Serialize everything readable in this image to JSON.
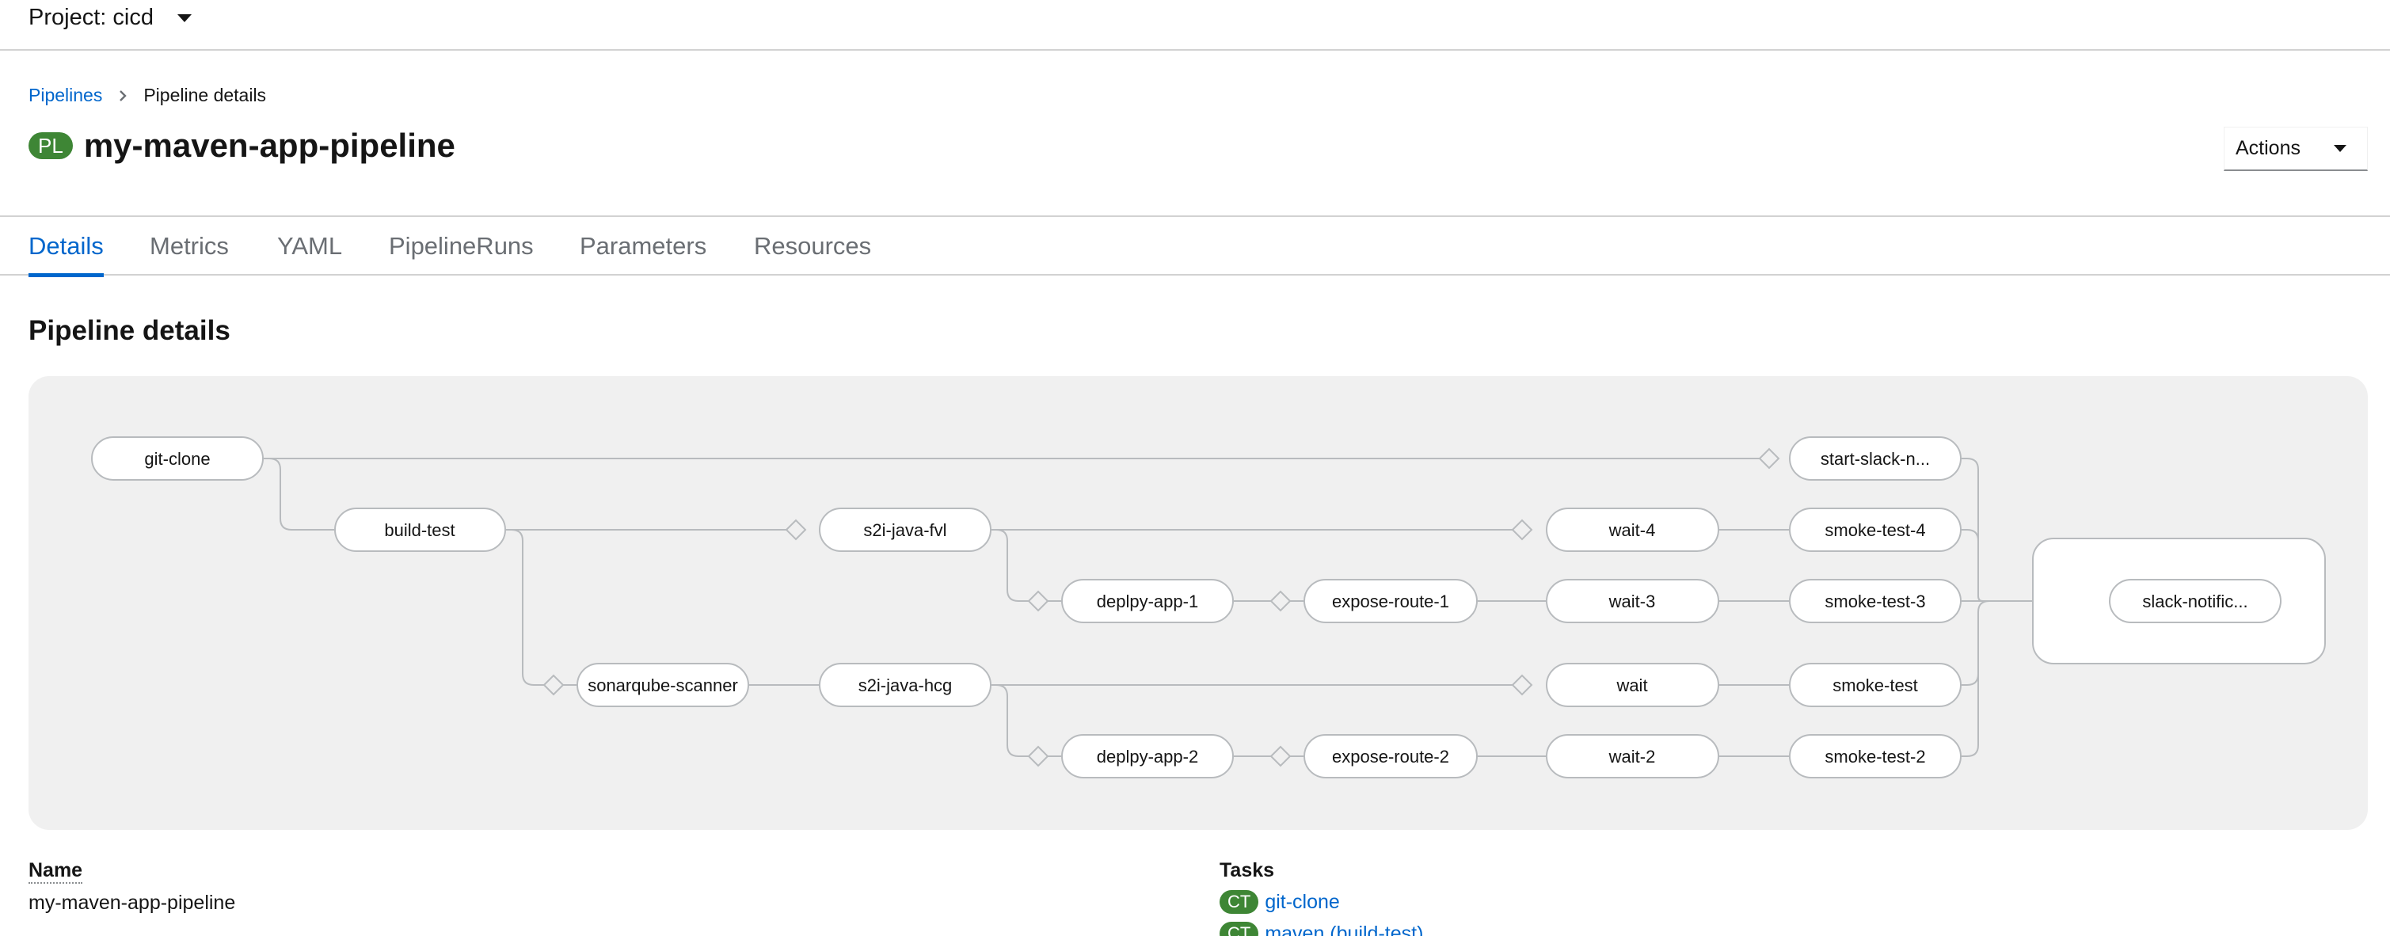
{
  "project": {
    "label": "Project: cicd"
  },
  "breadcrumb": {
    "parent": "Pipelines",
    "current": "Pipeline details"
  },
  "header": {
    "badge": "PL",
    "title": "my-maven-app-pipeline",
    "actions_label": "Actions"
  },
  "tabs": [
    {
      "label": "Details",
      "active": true
    },
    {
      "label": "Metrics"
    },
    {
      "label": "YAML"
    },
    {
      "label": "PipelineRuns"
    },
    {
      "label": "Parameters"
    },
    {
      "label": "Resources"
    }
  ],
  "section_title": "Pipeline details",
  "graph": {
    "nodes": [
      {
        "id": "git-clone",
        "label": "git-clone"
      },
      {
        "id": "build-test",
        "label": "build-test"
      },
      {
        "id": "sonarqube-scanner",
        "label": "sonarqube-scanner"
      },
      {
        "id": "s2i-java-fvl",
        "label": "s2i-java-fvl"
      },
      {
        "id": "s2i-java-hcg",
        "label": "s2i-java-hcg"
      },
      {
        "id": "deplpy-app-1",
        "label": "deplpy-app-1"
      },
      {
        "id": "deplpy-app-2",
        "label": "deplpy-app-2"
      },
      {
        "id": "expose-route-1",
        "label": "expose-route-1"
      },
      {
        "id": "expose-route-2",
        "label": "expose-route-2"
      },
      {
        "id": "wait-4",
        "label": "wait-4"
      },
      {
        "id": "wait-3",
        "label": "wait-3"
      },
      {
        "id": "wait",
        "label": "wait"
      },
      {
        "id": "wait-2",
        "label": "wait-2"
      },
      {
        "id": "start-slack-n",
        "label": "start-slack-n..."
      },
      {
        "id": "smoke-test-4",
        "label": "smoke-test-4"
      },
      {
        "id": "smoke-test-3",
        "label": "smoke-test-3"
      },
      {
        "id": "smoke-test",
        "label": "smoke-test"
      },
      {
        "id": "smoke-test-2",
        "label": "smoke-test-2"
      },
      {
        "id": "slack-notific",
        "label": "slack-notific..."
      }
    ]
  },
  "details": {
    "name_label": "Name",
    "name_value": "my-maven-app-pipeline",
    "tasks_label": "Tasks",
    "tasks": [
      {
        "badge": "CT",
        "label": "git-clone"
      },
      {
        "badge": "CT",
        "label": "maven (build-test)"
      }
    ]
  },
  "colors": {
    "accent": "#0066cc",
    "badge_green": "#3e8635",
    "graph_bg": "#f0f0f0",
    "edge": "#b8bbbe"
  }
}
